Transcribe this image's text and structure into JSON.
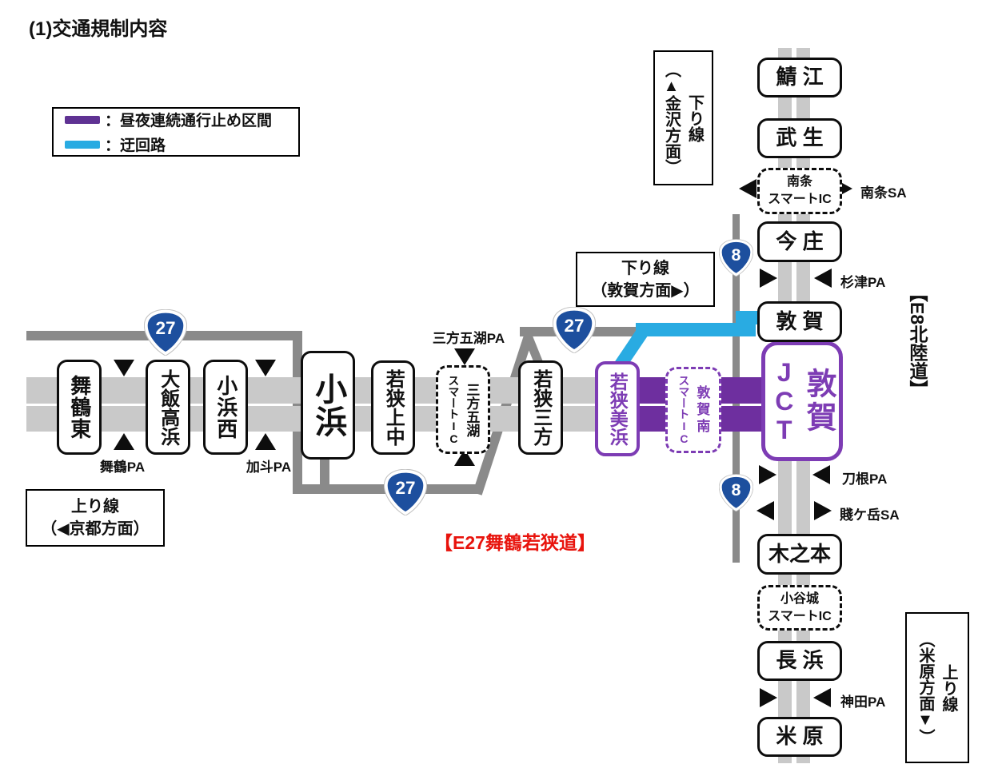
{
  "title": "(1)交通規制内容",
  "legend": {
    "closure_label": "：昼夜連続通行止め区間",
    "detour_label": "：迂回路"
  },
  "colors": {
    "closure_purple": "#6e2f9f",
    "purple_box": "#7d3cb4",
    "detour_blue": "#29abe2",
    "route_badge_blue": "#1d4f9e",
    "ordinary_road_gray": "#8a8a8a",
    "expressway_gray": "#c9c9c9",
    "highlight_red": "#e8130c"
  },
  "route_names": {
    "e27": "【E27舞鶴若狭道】",
    "e8": "【E8北陸道】"
  },
  "route_badges": {
    "r27": "27",
    "r8": "8"
  },
  "direction_labels": {
    "kudari_kanazawa": {
      "line1": "下り線",
      "line2": "（▲金沢方面）"
    },
    "kudari_tsuruga": {
      "line1": "下り線",
      "line2": "（敦賀方面▶）"
    },
    "nobori_kyoto": {
      "line1": "上り線",
      "line2": "（◀京都方面）"
    },
    "nobori_maibara": {
      "line1": "上り線",
      "line2": "（米原方面▼）"
    }
  },
  "wakasa_line": {
    "stations": [
      {
        "name": "舞鶴東"
      },
      {
        "name": "大飯高浜"
      },
      {
        "name": "小浜西"
      },
      {
        "name": "小浜"
      },
      {
        "name": "若狭上中"
      },
      {
        "name": "三方五湖",
        "name2": "スマートIC"
      },
      {
        "name": "若狭三方"
      },
      {
        "name": "若狭美浜"
      },
      {
        "name": "敦賀南",
        "name2": "スマートIC"
      },
      {
        "name": "敦賀",
        "name2": "JCT"
      }
    ],
    "rest_areas": [
      {
        "name": "舞鶴PA"
      },
      {
        "name": "加斗PA"
      },
      {
        "name": "三方五湖PA"
      }
    ]
  },
  "hokuriku_line": {
    "stations": [
      {
        "name": "鯖 江"
      },
      {
        "name": "武 生"
      },
      {
        "name": "南条",
        "name2": "スマートIC"
      },
      {
        "name": "今 庄"
      },
      {
        "name": "敦 賀"
      },
      {
        "name": "木之本"
      },
      {
        "name": "小谷城",
        "name2": "スマートIC"
      },
      {
        "name": "長 浜"
      },
      {
        "name": "米 原"
      }
    ],
    "rest_areas": [
      {
        "name": "南条SA"
      },
      {
        "name": "杉津PA"
      },
      {
        "name": "刀根PA"
      },
      {
        "name": "賤ケ岳SA"
      },
      {
        "name": "神田PA"
      }
    ]
  }
}
